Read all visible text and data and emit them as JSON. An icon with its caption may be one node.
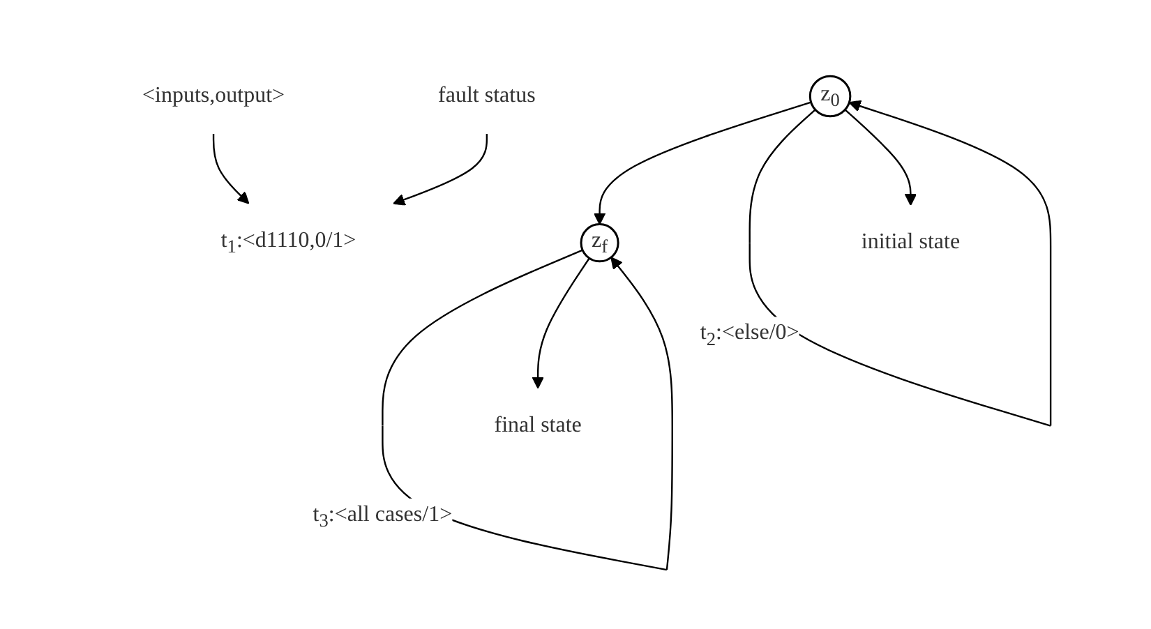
{
  "diagram": {
    "nodes": [
      {
        "text": [
          "<inputs,output>"
        ]
      },
      {
        "text": [
          "fault status"
        ]
      },
      {
        "text": [
          "t$_{1}$:<d1110,0/1>"
        ]
      },
      {
        "text": [
          "z$_{0}$"
        ]
      },
      {
        "text": [
          "z$_{f}$"
        ]
      },
      {
        "text": [
          "initial state"
        ]
      },
      {
        "text": [
          "final state"
        ]
      }
    ],
    "edges": [
      {
        "from": 0,
        "to": 2,
        "arrow": "to"
      },
      {
        "from": 1,
        "to": 2,
        "arrow": "to"
      },
      {
        "from": 3,
        "to": 4,
        "arrow": "to"
      },
      {
        "from": 3,
        "to": 3,
        "arrow": "to",
        "label": "t$_{2}$:<else/0>"
      },
      {
        "from": 4,
        "to": 4,
        "arrow": "to",
        "label": "t$_{3}$:<all cases/1>"
      },
      {
        "from": 3,
        "to": 5,
        "arrow": "to"
      },
      {
        "from": 4,
        "to": 6,
        "arrow": "to"
      }
    ]
  }
}
